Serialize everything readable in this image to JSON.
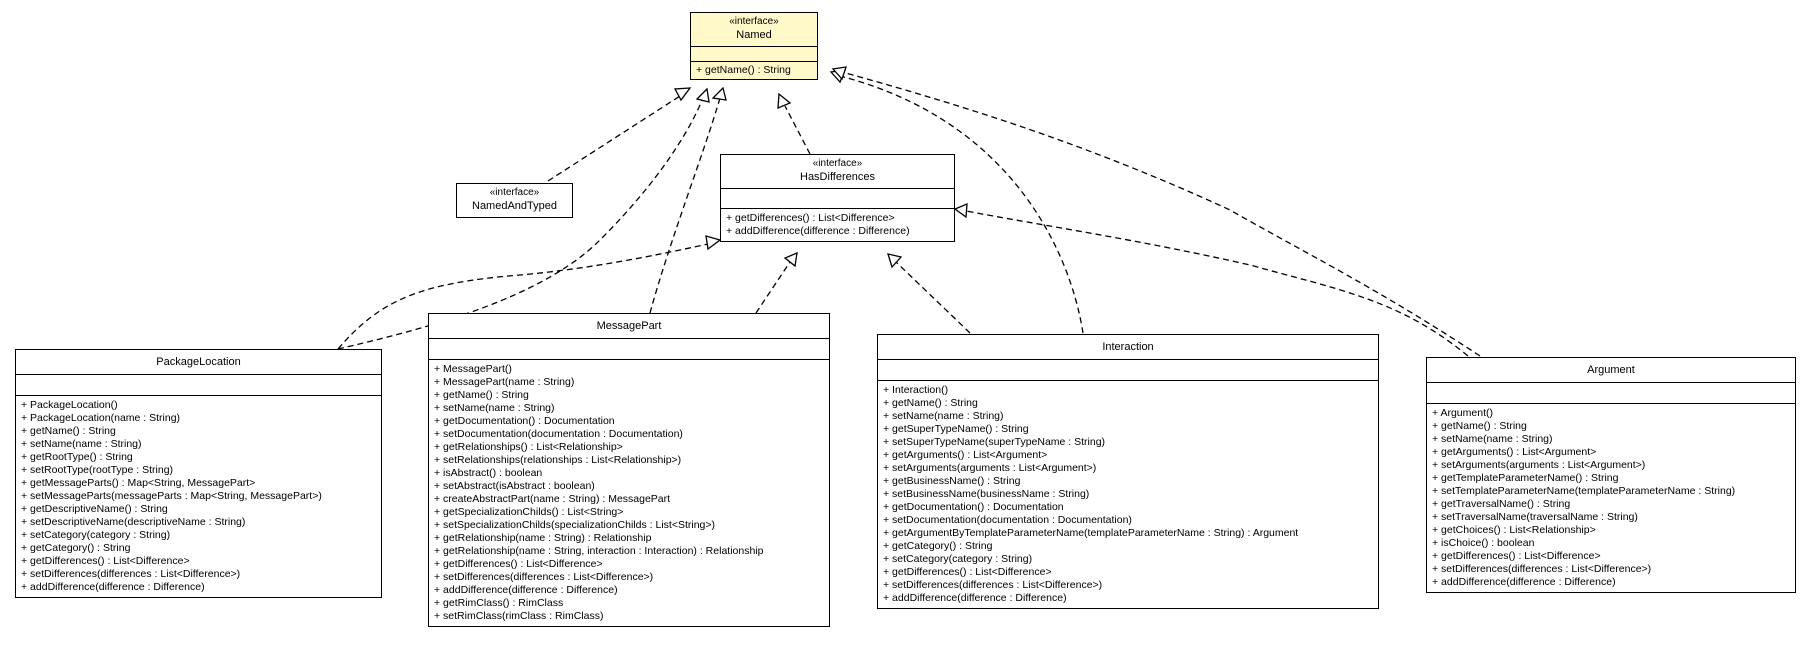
{
  "classes": {
    "named": {
      "stereotype": "«interface»",
      "name": "Named",
      "operations": [
        "+ getName() : String"
      ]
    },
    "namedandtyped": {
      "stereotype": "«interface»",
      "name": "NamedAndTyped",
      "operations": []
    },
    "hasdifferences": {
      "stereotype": "«interface»",
      "name": "HasDifferences",
      "operations": [
        "+ getDifferences() : List<Difference>",
        "+ addDifference(difference : Difference)"
      ]
    },
    "packagelocation": {
      "name": "PackageLocation",
      "operations": [
        "+ PackageLocation()",
        "+ PackageLocation(name : String)",
        "+ getName() : String",
        "+ setName(name : String)",
        "+ getRootType() : String",
        "+ setRootType(rootType : String)",
        "+ getMessageParts() : Map<String, MessagePart>",
        "+ setMessageParts(messageParts : Map<String, MessagePart>)",
        "+ getDescriptiveName() : String",
        "+ setDescriptiveName(descriptiveName : String)",
        "+ setCategory(category : String)",
        "+ getCategory() : String",
        "+ getDifferences() : List<Difference>",
        "+ setDifferences(differences : List<Difference>)",
        "+ addDifference(difference : Difference)"
      ]
    },
    "messagepart": {
      "name": "MessagePart",
      "operations": [
        "+ MessagePart()",
        "+ MessagePart(name : String)",
        "+ getName() : String",
        "+ setName(name : String)",
        "+ getDocumentation() : Documentation",
        "+ setDocumentation(documentation : Documentation)",
        "+ getRelationships() : List<Relationship>",
        "+ setRelationships(relationships : List<Relationship>)",
        "+ isAbstract() : boolean",
        "+ setAbstract(isAbstract : boolean)",
        "+ createAbstractPart(name : String) : MessagePart",
        "+ getSpecializationChilds() : List<String>",
        "+ setSpecializationChilds(specializationChilds : List<String>)",
        "+ getRelationship(name : String) : Relationship",
        "+ getRelationship(name : String, interaction : Interaction) : Relationship",
        "+ getDifferences() : List<Difference>",
        "+ setDifferences(differences : List<Difference>)",
        "+ addDifference(difference : Difference)",
        "+ getRimClass() : RimClass",
        "+ setRimClass(rimClass : RimClass)"
      ]
    },
    "interaction": {
      "name": "Interaction",
      "operations": [
        "+ Interaction()",
        "+ getName() : String",
        "+ setName(name : String)",
        "+ getSuperTypeName() : String",
        "+ setSuperTypeName(superTypeName : String)",
        "+ getArguments() : List<Argument>",
        "+ setArguments(arguments : List<Argument>)",
        "+ getBusinessName() : String",
        "+ setBusinessName(businessName : String)",
        "+ getDocumentation() : Documentation",
        "+ setDocumentation(documentation : Documentation)",
        "+ getArgumentByTemplateParameterName(templateParameterName : String) : Argument",
        "+ getCategory() : String",
        "+ setCategory(category : String)",
        "+ getDifferences() : List<Difference>",
        "+ setDifferences(differences : List<Difference>)",
        "+ addDifference(difference : Difference)"
      ]
    },
    "argument": {
      "name": "Argument",
      "operations": [
        "+ Argument()",
        "+ getName() : String",
        "+ setName(name : String)",
        "+ getArguments() : List<Argument>",
        "+ setArguments(arguments : List<Argument>)",
        "+ getTemplateParameterName() : String",
        "+ setTemplateParameterName(templateParameterName : String)",
        "+ getTraversalName() : String",
        "+ setTraversalName(traversalName : String)",
        "+ getChoices() : List<Relationship>",
        "+ isChoice() : boolean",
        "+ getDifferences() : List<Difference>",
        "+ setDifferences(differences : List<Difference>)",
        "+ addDifference(difference : Difference)"
      ]
    }
  },
  "relations": [
    {
      "from": "NamedAndTyped",
      "to": "Named",
      "kind": "realization"
    },
    {
      "from": "HasDifferences",
      "to": "Named",
      "kind": "realization"
    },
    {
      "from": "PackageLocation",
      "to": "Named",
      "kind": "realization"
    },
    {
      "from": "PackageLocation",
      "to": "HasDifferences",
      "kind": "realization"
    },
    {
      "from": "MessagePart",
      "to": "Named",
      "kind": "realization"
    },
    {
      "from": "MessagePart",
      "to": "HasDifferences",
      "kind": "realization"
    },
    {
      "from": "Interaction",
      "to": "Named",
      "kind": "realization"
    },
    {
      "from": "Interaction",
      "to": "HasDifferences",
      "kind": "realization"
    },
    {
      "from": "Argument",
      "to": "Named",
      "kind": "realization"
    },
    {
      "from": "Argument",
      "to": "HasDifferences",
      "kind": "realization"
    }
  ],
  "colors": {
    "interface_fill": "#fff8c9",
    "class_fill": "#ffffff",
    "line": "#000000"
  }
}
